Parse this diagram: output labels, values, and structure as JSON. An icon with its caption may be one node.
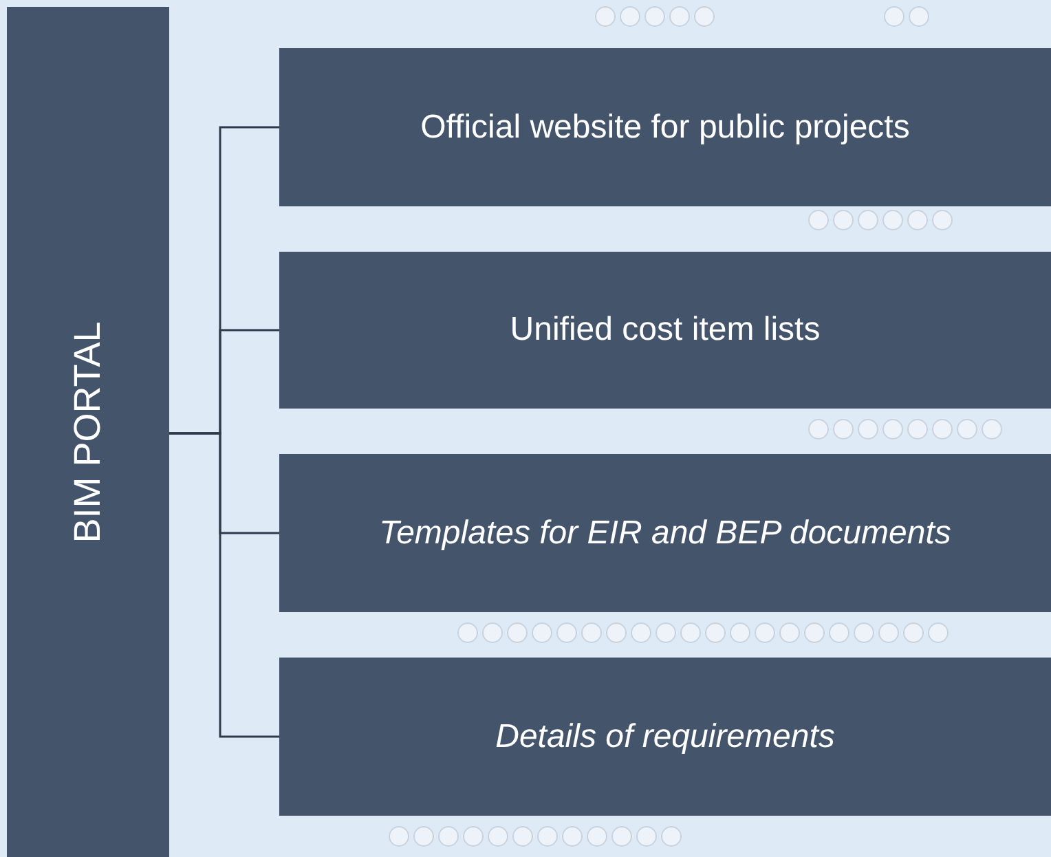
{
  "diagram": {
    "nodes": [
      {
        "text": [
          "BIM PORTAL"
        ]
      },
      {
        "text": [
          "Official website for public projects"
        ]
      },
      {
        "text": [
          "Unified cost item lists"
        ]
      },
      {
        "text": [
          "Templates for EIR and BEP documents"
        ]
      },
      {
        "text": [
          "Details of requirements"
        ]
      }
    ],
    "edges": [
      {
        "from": 0,
        "to": 1,
        "arrow": "none"
      },
      {
        "from": 0,
        "to": 2,
        "arrow": "none"
      },
      {
        "from": 0,
        "to": 3,
        "arrow": "none"
      },
      {
        "from": 0,
        "to": 4,
        "arrow": "none"
      }
    ]
  }
}
